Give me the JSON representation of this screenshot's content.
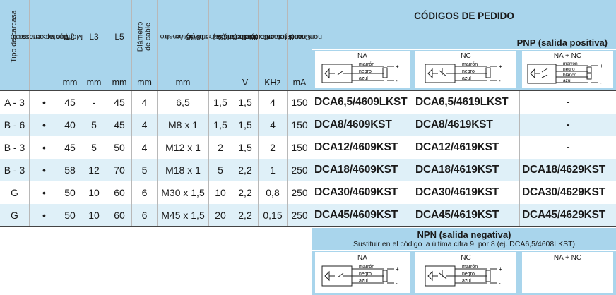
{
  "header": {
    "col_labels": {
      "tipo_carcasa": "Tipo de carcasa",
      "montaje_line1": "Montaje enrasado",
      "montaje_line2": "Montaje no enrasado",
      "l2": "L2",
      "l3": "L3",
      "l5": "L5",
      "diam_cable": "Diámetro de cable",
      "diam_carcasa_line1": "Diámetro",
      "diam_carcasa_line2": "de carcasa",
      "diam_carcasa_line3": "(d)",
      "distancia_line1": "Distancia nom. de",
      "distancia_line2": "detección (Sₙ) ± 10%",
      "caida_line1": "Caida de tensión",
      "caida_line2": "en cerrado (Uᵈ)",
      "frec_line1": "Frec. máx. de",
      "frec_line2": "conmutación (f)",
      "corriente_line1": "Corriente",
      "corriente_line2": "nominal (Iₑ)"
    },
    "units": [
      "mm",
      "mm",
      "mm",
      "mm",
      "mm",
      "V",
      "KHz",
      "mA"
    ],
    "codes_title": "CÓDIGOS DE PEDIDO",
    "pnp_title": "PNP (salida positiva)",
    "pnp_sub": [
      "NA",
      "NC",
      "NA + NC"
    ]
  },
  "wiring": {
    "marron": "marrón",
    "negro": "negro",
    "azul": "azul",
    "blanco": "blanco",
    "plus": "+",
    "minus": "-"
  },
  "rows": [
    {
      "tipo": "A - 3",
      "montaje": "•",
      "l2": "45",
      "l3": "-",
      "l5": "45",
      "cable": "4",
      "carcasa": "6,5",
      "distancia": "1,5",
      "caida": "1,5",
      "frec": "4",
      "corriente": "150",
      "na": "DCA6,5/4609LKST",
      "nc": "DCA6,5/4619LKST",
      "nanc": "-"
    },
    {
      "tipo": "B - 6",
      "montaje": "•",
      "l2": "40",
      "l3": "5",
      "l5": "45",
      "cable": "4",
      "carcasa": "M8 x 1",
      "distancia": "1,5",
      "caida": "1,5",
      "frec": "4",
      "corriente": "150",
      "na": "DCA8/4609KST",
      "nc": "DCA8/4619KST",
      "nanc": "-"
    },
    {
      "tipo": "B - 3",
      "montaje": "•",
      "l2": "45",
      "l3": "5",
      "l5": "50",
      "cable": "4",
      "carcasa": "M12 x 1",
      "distancia": "2",
      "caida": "1,5",
      "frec": "2",
      "corriente": "150",
      "na": "DCA12/4609KST",
      "nc": "DCA12/4619KST",
      "nanc": "-"
    },
    {
      "tipo": "B - 3",
      "montaje": "•",
      "l2": "58",
      "l3": "12",
      "l5": "70",
      "cable": "5",
      "carcasa": "M18 x 1",
      "distancia": "5",
      "caida": "2,2",
      "frec": "1",
      "corriente": "250",
      "na": "DCA18/4609KST",
      "nc": "DCA18/4619KST",
      "nanc": "DCA18/4629KST"
    },
    {
      "tipo": "G",
      "montaje": "•",
      "l2": "50",
      "l3": "10",
      "l5": "60",
      "cable": "6",
      "carcasa": "M30 x 1,5",
      "distancia": "10",
      "caida": "2,2",
      "frec": "0,8",
      "corriente": "250",
      "na": "DCA30/4609KST",
      "nc": "DCA30/4619KST",
      "nanc": "DCA30/4629KST"
    },
    {
      "tipo": "G",
      "montaje": "•",
      "l2": "50",
      "l3": "10",
      "l5": "60",
      "cable": "6",
      "carcasa": "M45 x 1,5",
      "distancia": "20",
      "caida": "2,2",
      "frec": "0,15",
      "corriente": "250",
      "na": "DCA45/4609KST",
      "nc": "DCA45/4619KST",
      "nanc": "DCA45/4629KST"
    }
  ],
  "npn": {
    "title": "NPN (salida negativa)",
    "subtitle": "Sustituir en el código la última cifra 9, por 8 (ej. DCA6,5/4608LKST)",
    "sub": [
      "NA",
      "NC",
      "NA + NC"
    ]
  },
  "colors": {
    "header_bg": "#a9d5ec",
    "row_alt_bg": "#dff0f8",
    "separator": "#ffffff"
  }
}
